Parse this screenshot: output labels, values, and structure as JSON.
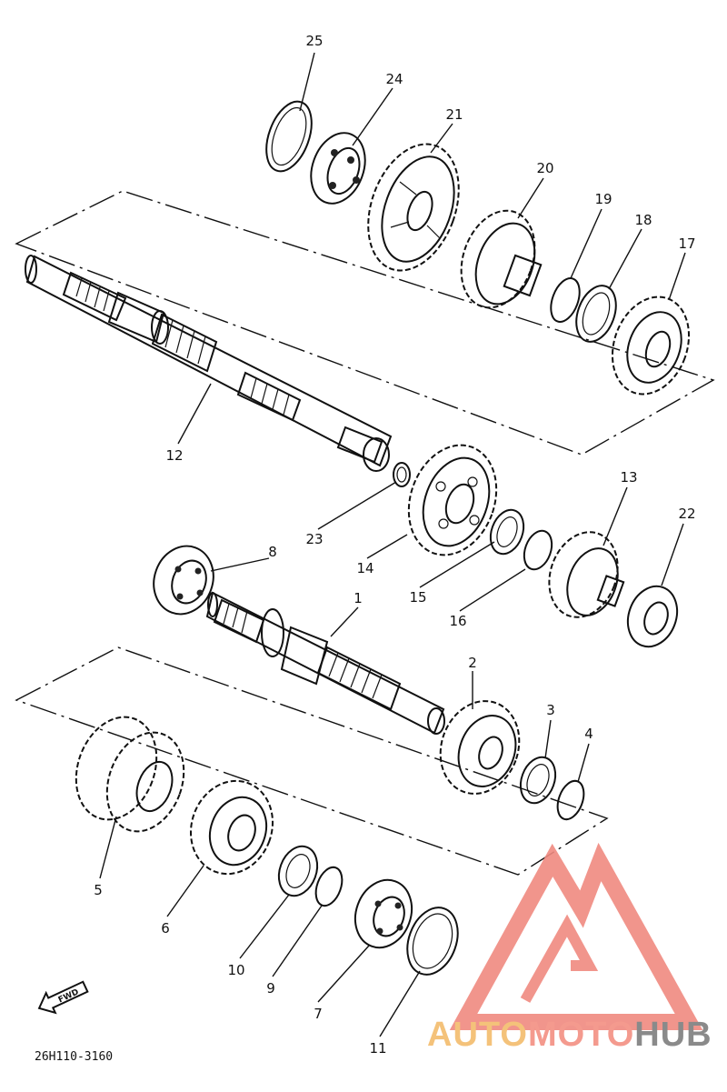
{
  "diagram": {
    "drawing_code": "26H110-3160",
    "fwd_marker": "FWD",
    "parts": [
      {
        "id": "p1",
        "label": "1"
      },
      {
        "id": "p2",
        "label": "2"
      },
      {
        "id": "p3",
        "label": "3"
      },
      {
        "id": "p4",
        "label": "4"
      },
      {
        "id": "p5",
        "label": "5"
      },
      {
        "id": "p6",
        "label": "6"
      },
      {
        "id": "p7",
        "label": "7"
      },
      {
        "id": "p8",
        "label": "8"
      },
      {
        "id": "p9",
        "label": "9"
      },
      {
        "id": "p10",
        "label": "10"
      },
      {
        "id": "p11",
        "label": "11"
      },
      {
        "id": "p12",
        "label": "12"
      },
      {
        "id": "p13",
        "label": "13"
      },
      {
        "id": "p14",
        "label": "14"
      },
      {
        "id": "p15",
        "label": "15"
      },
      {
        "id": "p16",
        "label": "16"
      },
      {
        "id": "p17",
        "label": "17"
      },
      {
        "id": "p18",
        "label": "18"
      },
      {
        "id": "p19",
        "label": "19"
      },
      {
        "id": "p20",
        "label": "20"
      },
      {
        "id": "p21",
        "label": "21"
      },
      {
        "id": "p22",
        "label": "22"
      },
      {
        "id": "p23",
        "label": "23"
      },
      {
        "id": "p24",
        "label": "24"
      },
      {
        "id": "p25",
        "label": "25"
      }
    ]
  },
  "watermark": {
    "part1": "AUTO",
    "part2": "MOTO",
    "part3": "HUB",
    "colors": {
      "auto": "#f4c27a",
      "moto": "#f49a8e",
      "hub": "#8a8a8a",
      "logo": "#f08a80"
    }
  }
}
